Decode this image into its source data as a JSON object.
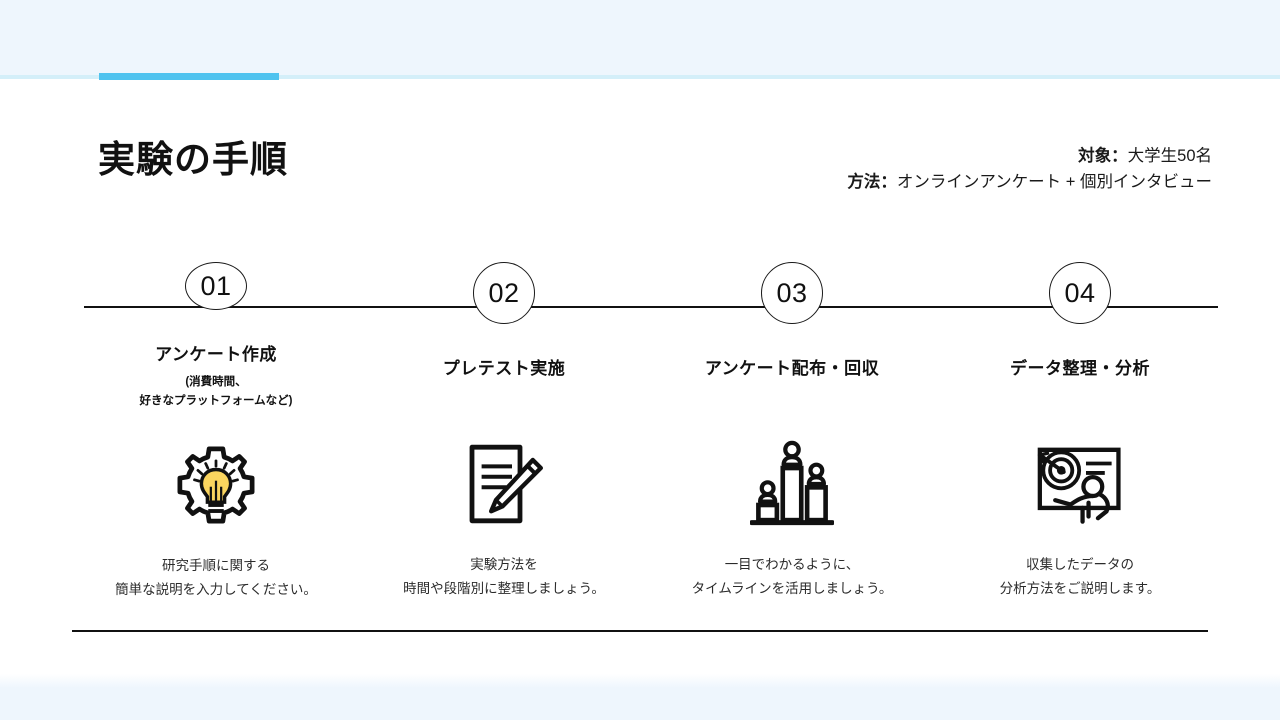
{
  "slide": {
    "title": "実験の手順",
    "accent_color": "#4fc3ef",
    "band_color": "#eef6fd",
    "meta": {
      "target_label": "対象：",
      "target_value": "大学生50名",
      "method_label": "方法：",
      "method_value": "オンラインアンケート + 個別インタビュー"
    },
    "steps": [
      {
        "number": "01",
        "title": "アンケート作成",
        "subtitle_line1": "(消費時間、",
        "subtitle_line2": "好きなプラットフォームなど)",
        "icon": "gear-lightbulb-icon",
        "desc_line1": "研究手順に関する",
        "desc_line2": "簡単な説明を入力してください。"
      },
      {
        "number": "02",
        "title": "プレテスト実施",
        "subtitle_line1": "",
        "subtitle_line2": "",
        "icon": "document-pencil-icon",
        "desc_line1": "実験方法を",
        "desc_line2": "時間や段階別に整理しましょう。"
      },
      {
        "number": "03",
        "title": "アンケート配布・回収",
        "subtitle_line1": "",
        "subtitle_line2": "",
        "icon": "podium-ranking-icon",
        "desc_line1": "一目でわかるように、",
        "desc_line2": "タイムラインを活用しましょう。"
      },
      {
        "number": "04",
        "title": "データ整理・分析",
        "subtitle_line1": "",
        "subtitle_line2": "",
        "icon": "presentation-target-icon",
        "desc_line1": "収集したデータの",
        "desc_line2": "分析方法をご説明します。"
      }
    ]
  }
}
